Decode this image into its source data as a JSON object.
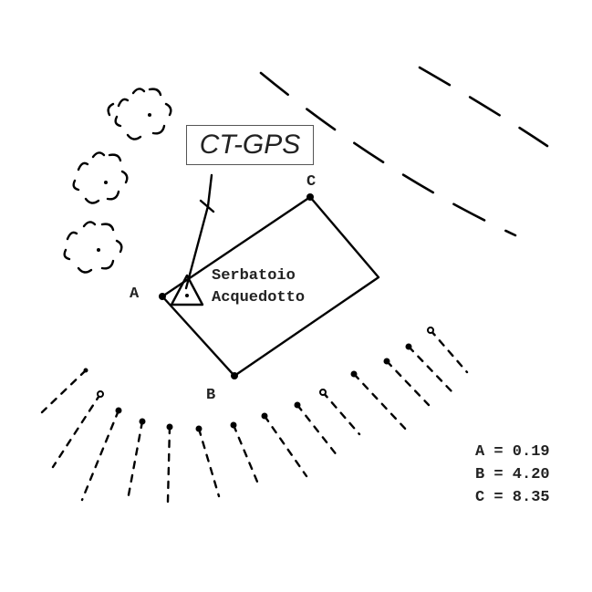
{
  "station_label": "CT-GPS",
  "site_name_line1": "Serbatoio",
  "site_name_line2": "Acquedotto",
  "points": [
    {
      "id": "A",
      "label": "A"
    },
    {
      "id": "B",
      "label": "B"
    },
    {
      "id": "C",
      "label": "C"
    }
  ],
  "legend": [
    {
      "text": "A = 0.19"
    },
    {
      "text": "B = 4.20"
    },
    {
      "text": "C = 8.35"
    }
  ]
}
